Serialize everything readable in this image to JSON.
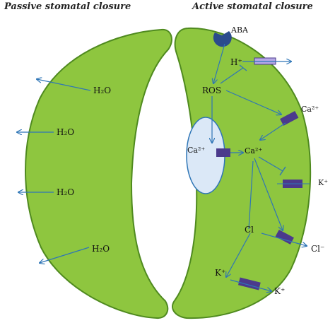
{
  "headings": {
    "passive": "Passive stomatal closure",
    "active": "Active stomatal closure"
  },
  "passive_cell": {
    "water_labels": [
      "H₂O",
      "H₂O",
      "H₂O",
      "H₂O"
    ]
  },
  "active_cell": {
    "aba": "ABA",
    "h_plus": "H⁺",
    "ros": "ROS",
    "ca_external": "Ca²⁺",
    "ca_vacuole": "Ca²⁺",
    "ca_cytosol": "Ca²⁺",
    "k_inside": "K⁺",
    "cl_inside": "Cl",
    "cl_outside": "Cl⁻",
    "k_bottom_in": "K⁺",
    "k_bottom_out": "K⁺"
  },
  "colors": {
    "cell_fill": "#8ec63f",
    "cell_stroke": "#4f8a1f",
    "arrow": "#2e75b6",
    "channel": "#4b3a8c",
    "aba_receptor": "#2b4c8c",
    "vacuole_fill": "#dbe8f7",
    "proton_pump": "#b6a8e6"
  }
}
